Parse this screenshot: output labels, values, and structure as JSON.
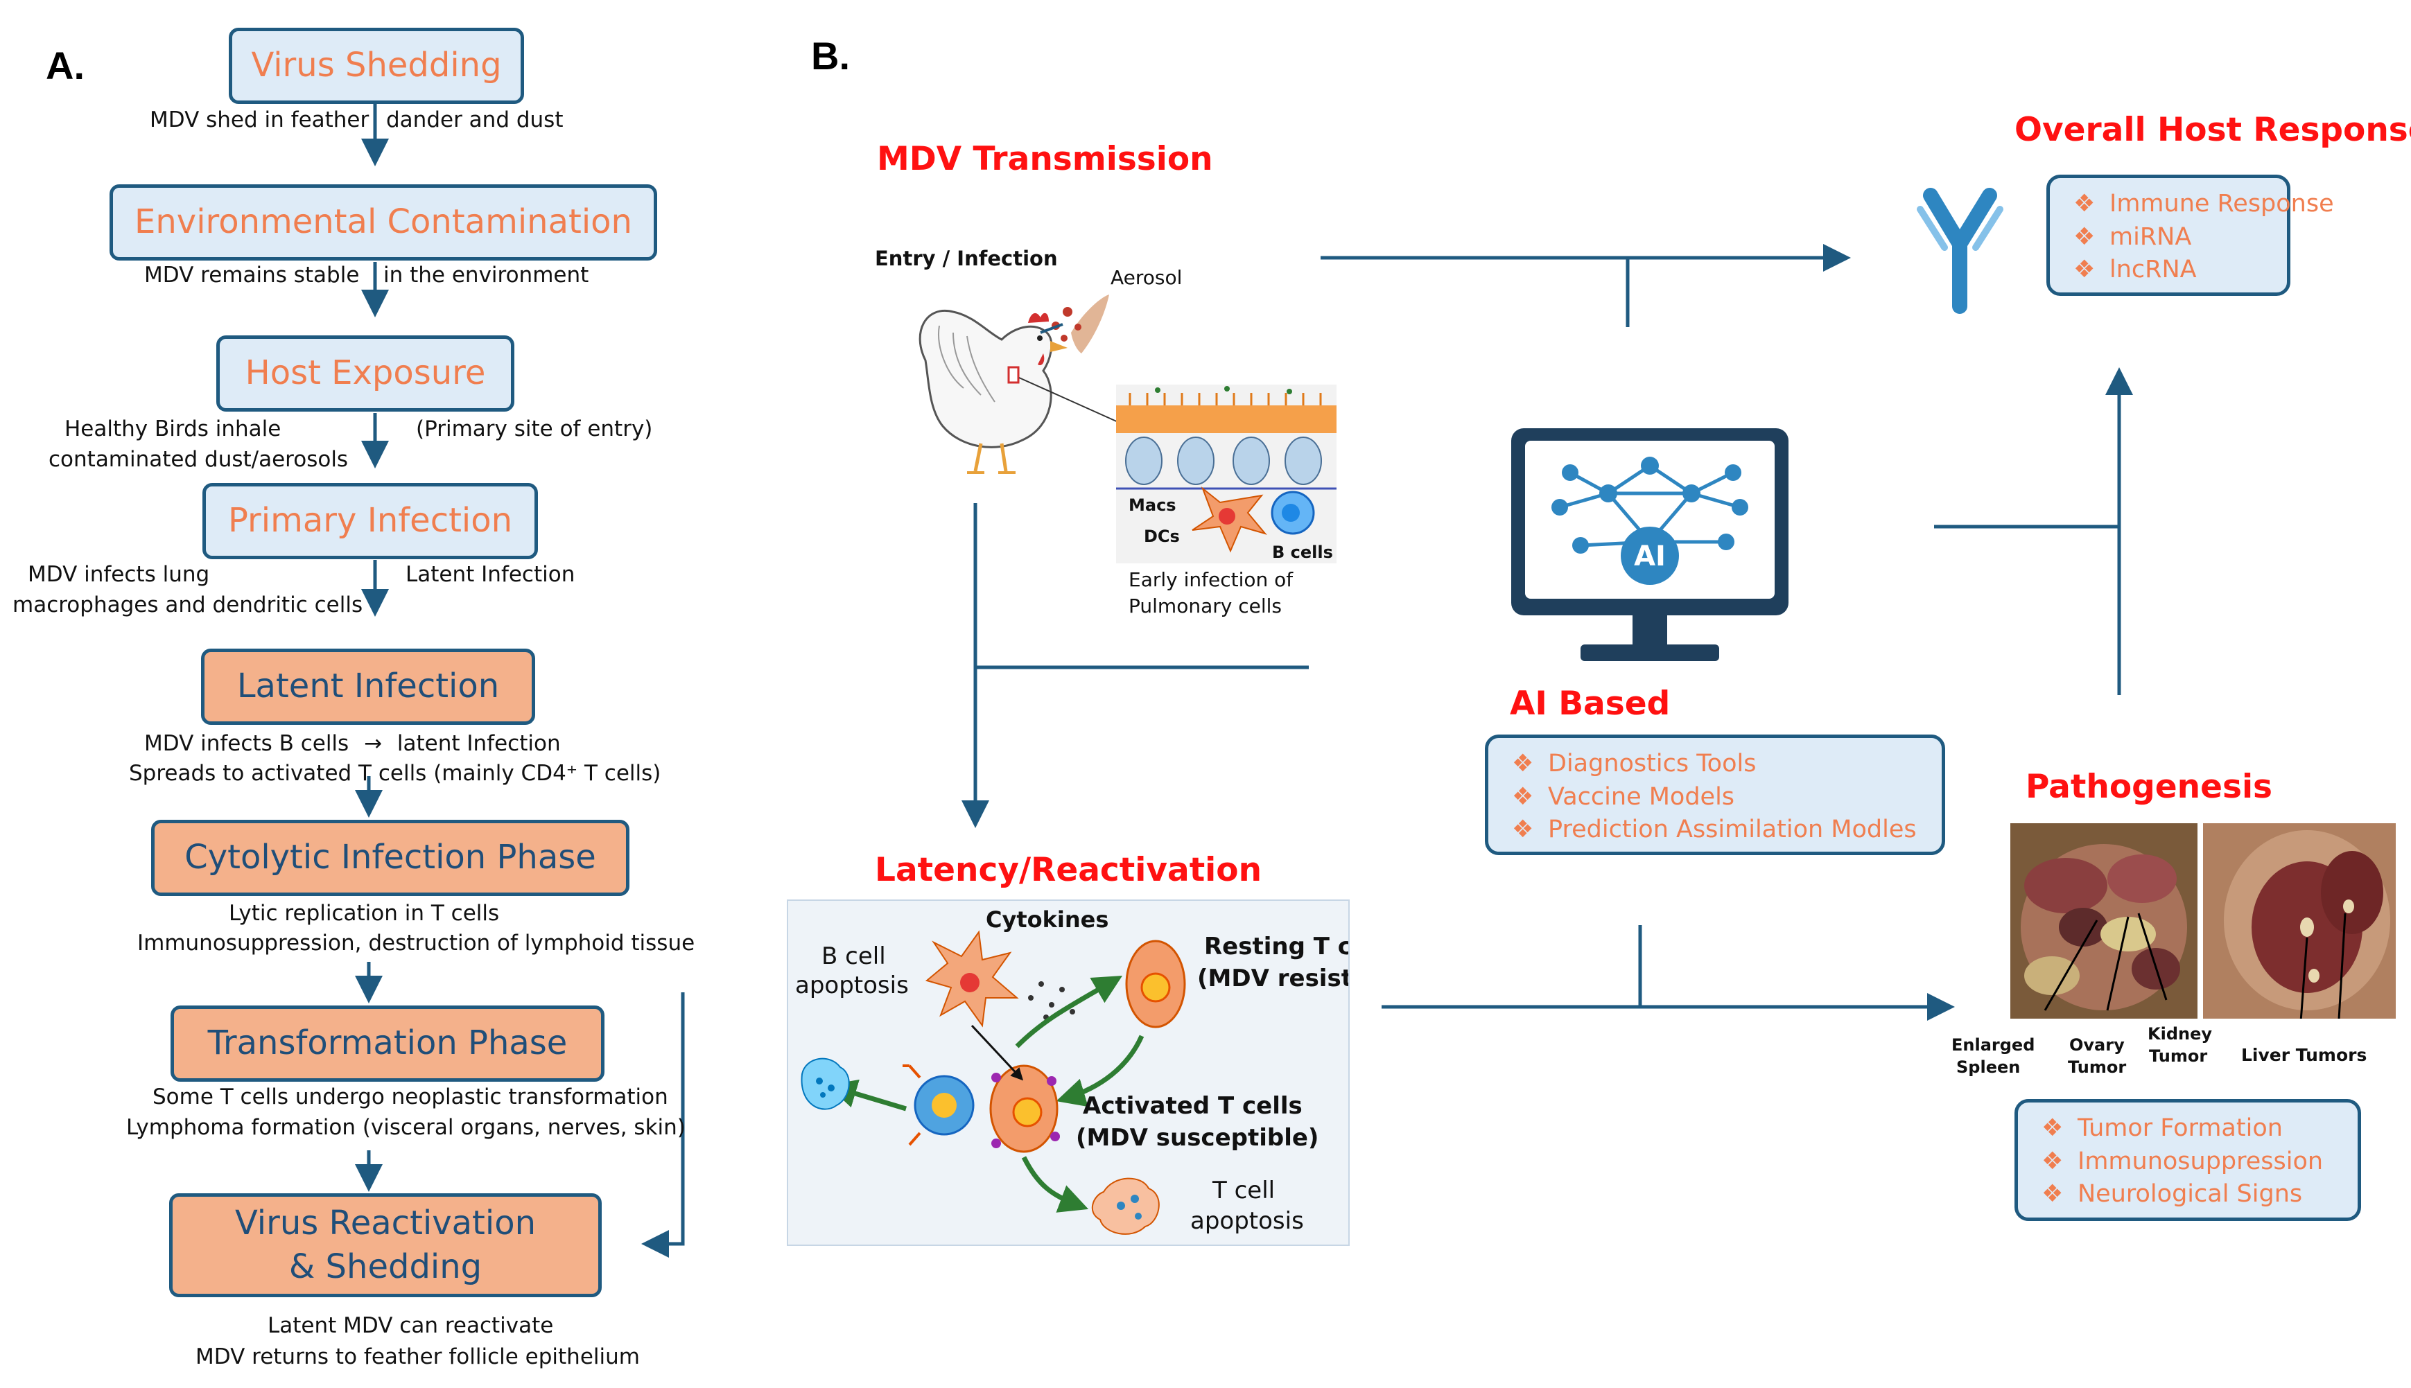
{
  "panel_a": {
    "label": "A.",
    "steps": [
      {
        "title": "Virus Shedding"
      },
      {
        "title": "Environmental Contamination"
      },
      {
        "title": "Host Exposure"
      },
      {
        "title": "Primary Infection"
      },
      {
        "title": "Latent Infection"
      },
      {
        "title": "Cytolytic Infection Phase"
      },
      {
        "title": "Transformation Phase"
      },
      {
        "title": "Virus Reactivation & Shedding"
      }
    ],
    "notes": {
      "shed_left": "MDV shed in feather",
      "shed_right": "dander and dust",
      "env_left": "MDV remains stable",
      "env_right": "in the environment",
      "host_left_1": "Healthy Birds inhale",
      "host_left_2": "contaminated dust/aerosols",
      "host_right": "(Primary  site of entry)",
      "primary_left_1": "MDV infects lung",
      "primary_left_2": "macrophages and dendritic cells",
      "primary_right": "Latent Infection",
      "latent_1a": "MDV infects B cells",
      "latent_arrow": "→",
      "latent_1b": "latent Infection",
      "latent_2": "Spreads to activated T cells (mainly CD4⁺ T cells)",
      "cyto_1": "Lytic replication in T cells",
      "cyto_2": "Immunosuppression, destruction of lymphoid tissue",
      "trans_1": "Some  T cells undergo neoplastic transformation",
      "trans_2": "Lymphoma formation (visceral organs, nerves, skin)",
      "react_1": "Latent MDV can reactivate",
      "react_2": "MDV returns to feather follicle epithelium"
    }
  },
  "panel_b": {
    "label": "B.",
    "transmission": {
      "title": "MDV Transmission",
      "entry_label": "Entry / Infection",
      "aerosol_label": "Aerosol",
      "macs": "Macs",
      "dcs": "DCs",
      "bcells": "B cells",
      "caption_1": "Early infection of",
      "caption_2": "Pulmonary cells"
    },
    "host_response": {
      "title": "Overall Host Response",
      "items": [
        "Immune Response",
        "miRNA",
        "lncRNA"
      ]
    },
    "ai": {
      "icon_text": "AI",
      "title": "AI Based",
      "items": [
        "Diagnostics Tools",
        "Vaccine Models",
        "Prediction Assimilation Modles"
      ]
    },
    "latency": {
      "title": "Latency/Reactivation",
      "cytokines": "Cytokines",
      "b_apop_1": "B cell",
      "b_apop_2": "apoptosis",
      "resting_1": "Resting T cells",
      "resting_2": "(MDV resistant)",
      "activated_1": "Activated T cells",
      "activated_2": "(MDV susceptible)",
      "t_apop_1": "T cell",
      "t_apop_2": "apoptosis"
    },
    "pathogenesis": {
      "title": "Pathogenesis",
      "labels": {
        "spleen_1": "Enlarged",
        "spleen_2": "Spleen",
        "ovary_1": "Ovary",
        "ovary_2": "Tumor",
        "kidney_1": "Kidney",
        "kidney_2": "Tumor",
        "liver": "Liver Tumors"
      },
      "items": [
        "Tumor Formation",
        "Immunosuppression",
        "Neurological Signs"
      ]
    },
    "bullet_symbol": "❖"
  },
  "colors": {
    "connector": "#1f5a80",
    "box_blue": "#deebf7",
    "box_orange": "#f4b18b",
    "text_orange": "#f07e4f",
    "title_red": "#ff1111"
  }
}
